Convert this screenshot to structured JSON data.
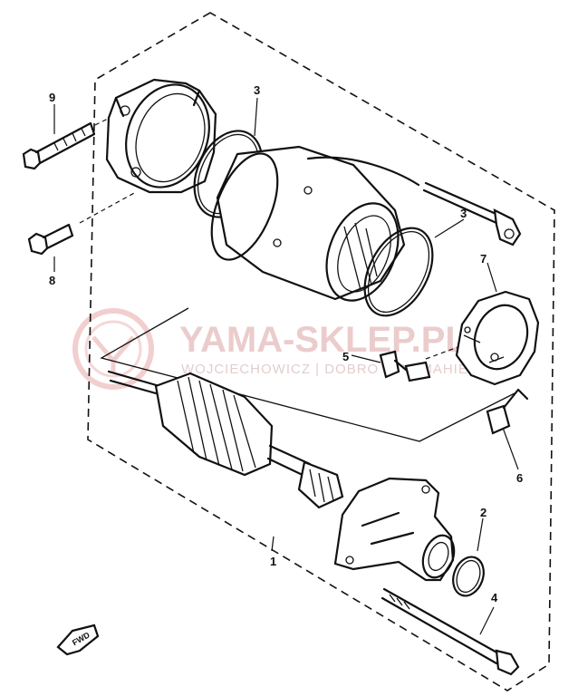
{
  "watermark": {
    "brand": "YAMA-SKLEP.PL",
    "subtitle": "WOJCIECHOWICZ | DOBRO W YAMAHIE"
  },
  "direction_badge": {
    "label": "FWD"
  },
  "callouts": [
    {
      "id": "callout-1",
      "label": "1"
    },
    {
      "id": "callout-2",
      "label": "2"
    },
    {
      "id": "callout-3a",
      "label": "3"
    },
    {
      "id": "callout-3b",
      "label": "3"
    },
    {
      "id": "callout-4",
      "label": "4"
    },
    {
      "id": "callout-5",
      "label": "5"
    },
    {
      "id": "callout-6",
      "label": "6"
    },
    {
      "id": "callout-7",
      "label": "7"
    },
    {
      "id": "callout-8",
      "label": "8"
    },
    {
      "id": "callout-9",
      "label": "9"
    }
  ]
}
